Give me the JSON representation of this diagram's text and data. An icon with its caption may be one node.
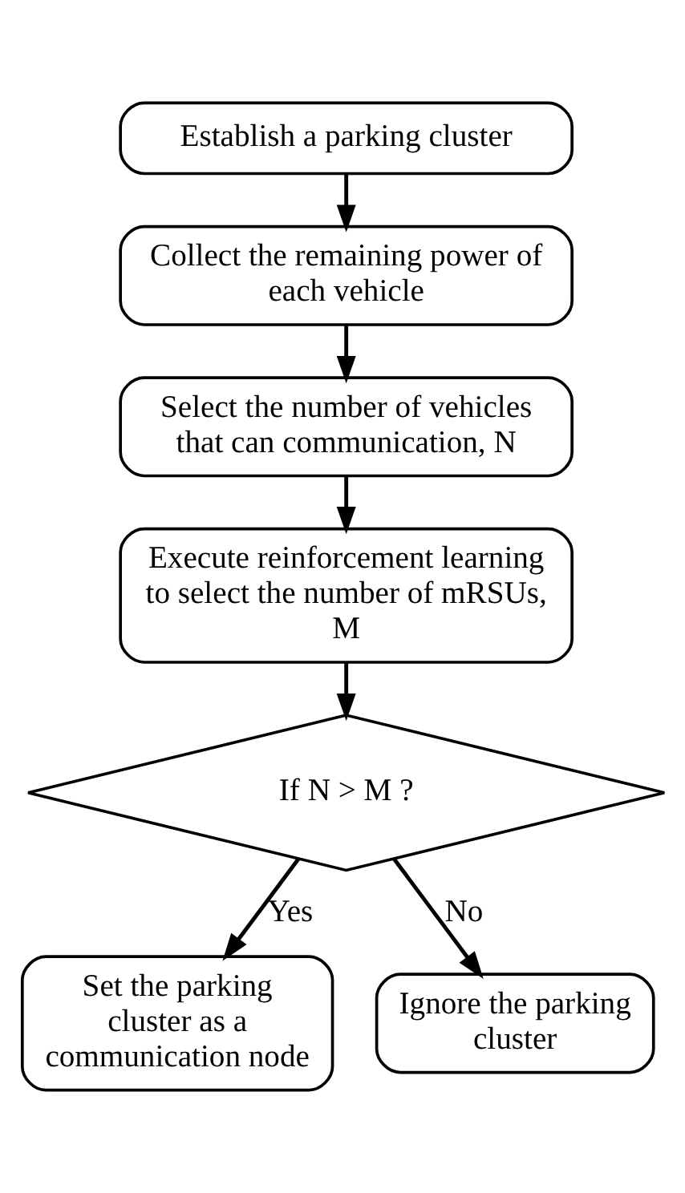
{
  "diagram": {
    "nodes": [
      {
        "text": [
          "Establish a parking cluster"
        ]
      },
      {
        "text": [
          "Collect the remaining power of each vehicle"
        ]
      },
      {
        "text": [
          "Select the number of vehicles that can communication, N"
        ]
      },
      {
        "text": [
          "Execute reinforcement learning to select the number of mRSUs, M"
        ]
      },
      {
        "text": [
          "If N > M ?"
        ]
      },
      {
        "text": [
          "Set the parking cluster as a communication node"
        ]
      },
      {
        "text": [
          "Ignore the parking cluster"
        ]
      }
    ],
    "edges": [
      {
        "from": 0,
        "to": 1,
        "arrow": "to"
      },
      {
        "from": 1,
        "to": 2,
        "arrow": "to"
      },
      {
        "from": 2,
        "to": 3,
        "arrow": "to"
      },
      {
        "from": 3,
        "to": 4,
        "arrow": "to"
      },
      {
        "from": 4,
        "to": 5,
        "arrow": "to",
        "label": "Yes"
      },
      {
        "from": 4,
        "to": 6,
        "arrow": "to",
        "label": "No"
      }
    ]
  }
}
